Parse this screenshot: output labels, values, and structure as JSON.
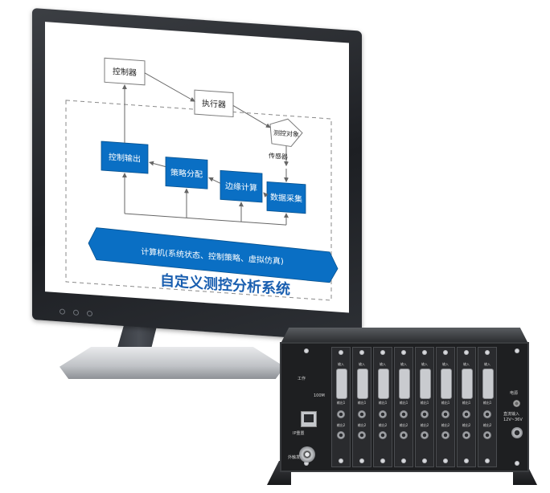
{
  "diagram": {
    "nodes": {
      "controller": "控制器",
      "actuator": "执行器",
      "target": "测控对象",
      "sensor": "传感器",
      "control_output": "控制输出",
      "strategy": "策略分配",
      "edge_compute": "边缘计算",
      "data_acq": "数据采集",
      "computer": "计算机(系统状态、控制策略、虚拟仿真)"
    },
    "title": "自定义测控分析系统"
  },
  "chassis": {
    "left_panel": {
      "work_label": "工作",
      "rate_label": "100M",
      "ip_label": "IP重置",
      "ext_label": "外触发"
    },
    "slot_labels": {
      "input": "输入",
      "out1": "输出1",
      "out2": "输出2"
    },
    "right_panel": {
      "power_label": "电源",
      "dc_label": "直流输入",
      "voltage_label": "12V~36V"
    }
  },
  "colors": {
    "accent_blue": "#0a6fc4",
    "title_blue": "#1a5fb0",
    "bezel": "#1d1f23",
    "chassis": "#1e1f21"
  }
}
